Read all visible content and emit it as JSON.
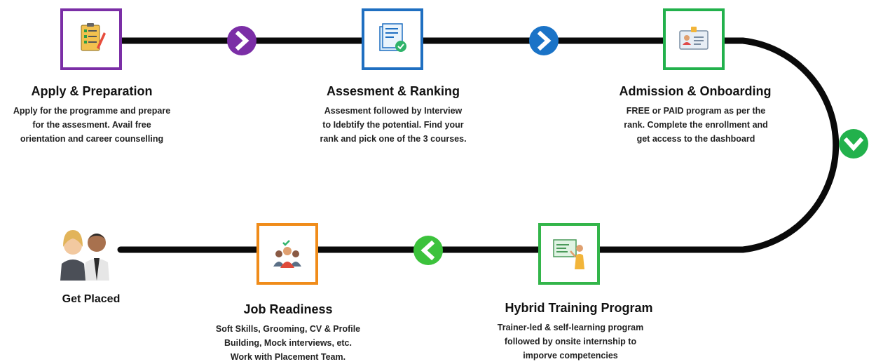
{
  "steps": [
    {
      "title": "Apply & Preparation",
      "lines": [
        "Apply for the programme and prepare",
        "for the assesment. Avail free",
        "orientation and career counselling"
      ],
      "icon": "checklist-icon",
      "color": "#7b2ea6"
    },
    {
      "title": "Assesment & Ranking",
      "lines": [
        "Assesment followed by Interview",
        "to Idebtify the potential. Find your",
        "rank and pick one of the 3 courses."
      ],
      "icon": "assessment-document-icon",
      "color": "#1f6fc1"
    },
    {
      "title": "Admission & Onboarding",
      "lines": [
        "FREE or PAID program as per the",
        "rank. Complete the enrollment and",
        "get access to the dashboard"
      ],
      "icon": "id-card-icon",
      "color": "#22b14c"
    },
    {
      "title": "Hybrid Training Program",
      "lines": [
        "Trainer-led & self-learning program",
        "followed by onsite internship to",
        "imporve competencies"
      ],
      "icon": "trainer-board-icon",
      "color": "#33b54a"
    },
    {
      "title": "Job Readiness",
      "lines": [
        "Soft Skills, Grooming, CV & Profile",
        "Building, Mock interviews, etc.",
        "Work with Placement Team."
      ],
      "icon": "group-selected-icon",
      "color": "#f08c1a"
    },
    {
      "title": "Get Placed",
      "lines": [],
      "icon": "professionals-icon",
      "color": ""
    }
  ],
  "arrows": [
    {
      "icon": "chevron-right-icon",
      "color": "#7b2ea6"
    },
    {
      "icon": "chevron-right-icon",
      "color": "#1a73c7"
    },
    {
      "icon": "chevron-down-icon",
      "color": "#22b14c"
    },
    {
      "icon": "chevron-left-icon",
      "color": "#3cc23c"
    }
  ],
  "path_color": "#0a0a0a"
}
